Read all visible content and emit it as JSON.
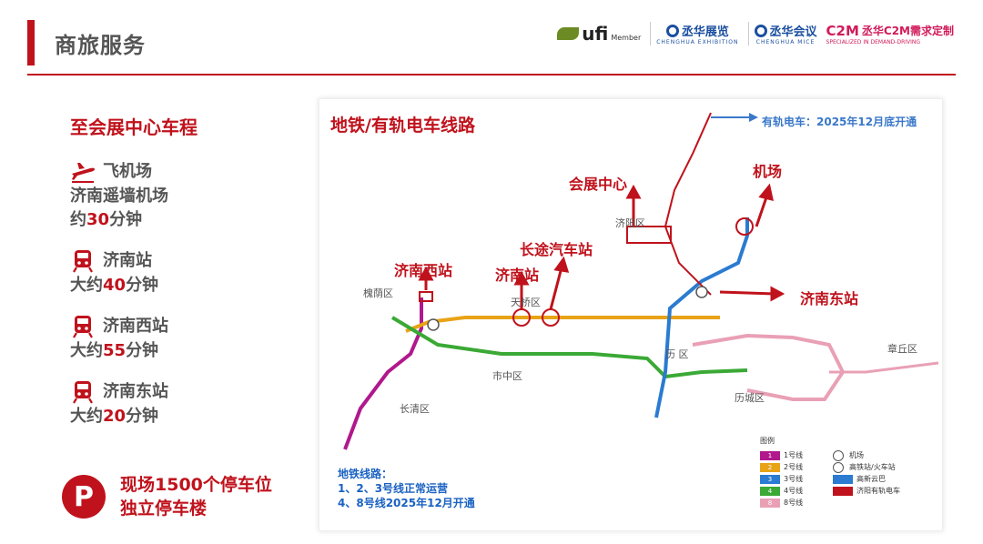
{
  "header": {
    "title": "商旅服务",
    "logos": {
      "ufi_text": "ufi",
      "ufi_sub": "Member",
      "exhibition_name": "丞华展览",
      "exhibition_en": "CHENGHUA EXHIBITION",
      "meeting_name": "丞华会议",
      "meeting_en": "CHENGHUA MICE",
      "c2m_mark": "C2M",
      "c2m_name": "丞华C2M需求定制",
      "c2m_en": "SPECIALIZED IN DEMAND-DRIVING"
    }
  },
  "left": {
    "section_title": "至会展中心车程",
    "items": [
      {
        "icon": "airplane-icon",
        "title": "飞机场",
        "line2": "济南遥墙机场",
        "prefix": "约",
        "value": "30",
        "suffix": "分钟"
      },
      {
        "icon": "train-icon",
        "title": "济南站",
        "prefix": "大约",
        "value": "40",
        "suffix": "分钟"
      },
      {
        "icon": "train-icon",
        "title": "济南西站",
        "prefix": "大约",
        "value": "55",
        "suffix": "分钟"
      },
      {
        "icon": "train-icon",
        "title": "济南东站",
        "prefix": "大约",
        "value": "20",
        "suffix": "分钟"
      }
    ],
    "parking": {
      "icon": "P",
      "line1": "现场1500个停车位",
      "line2": "独立停车楼"
    }
  },
  "map": {
    "title": "地铁/有轨电车线路",
    "tram_note": "有轨电车：2025年12月底开通",
    "labels": {
      "expo": "会展中心",
      "airport": "机场",
      "bus_station": "长途汽车站",
      "jinan_west": "济南西站",
      "jinan_station": "济南站",
      "jinan_east": "济南东站"
    },
    "districts": {
      "huaiyin": "槐荫区",
      "tianqiao": "天桥区",
      "jiyang": "济阳区",
      "shizhong": "市中区",
      "changqing": "长清区",
      "lixia": "历 区",
      "licheng": "历城区",
      "zhangqiu": "章丘区"
    },
    "metro_note": {
      "title": "地铁线路：",
      "line1": "1、2、3号线正常运营",
      "line2": "4、8号线2025年12月开通"
    },
    "legend": {
      "title": "图例",
      "lines": [
        {
          "num": "1",
          "label": "1号线",
          "color": "#b0188c"
        },
        {
          "num": "2",
          "label": "2号线",
          "color": "#e8a317"
        },
        {
          "num": "3",
          "label": "3号线",
          "color": "#2a7bd1"
        },
        {
          "num": "4",
          "label": "4号线",
          "color": "#3aa935"
        },
        {
          "num": "8",
          "label": "8号线",
          "color": "#e9a0b5"
        }
      ],
      "symbols": [
        {
          "icon": "airport-icon",
          "label": "机场"
        },
        {
          "icon": "rail-station-icon",
          "label": "高铁站/火车站"
        },
        {
          "icon": "brt-icon",
          "label": "高新云巴"
        },
        {
          "icon": "tram-icon",
          "label": "济阳有轨电车"
        }
      ]
    }
  },
  "colors": {
    "accent": "#c0121c",
    "line1": "#b0188c",
    "line2": "#e8a317",
    "line3": "#2a7bd1",
    "line4": "#3aa935",
    "line8": "#e9a0b5",
    "tram": "#c0121c"
  }
}
